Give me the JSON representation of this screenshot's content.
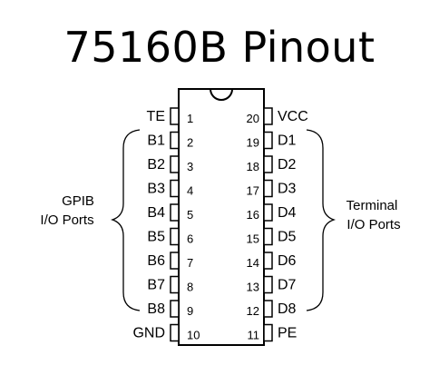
{
  "title": "75160B Pinout",
  "left_pins": [
    {
      "num": "1",
      "label": "TE"
    },
    {
      "num": "2",
      "label": "B1"
    },
    {
      "num": "3",
      "label": "B2"
    },
    {
      "num": "4",
      "label": "B3"
    },
    {
      "num": "5",
      "label": "B4"
    },
    {
      "num": "6",
      "label": "B5"
    },
    {
      "num": "7",
      "label": "B6"
    },
    {
      "num": "8",
      "label": "B7"
    },
    {
      "num": "9",
      "label": "B8"
    },
    {
      "num": "10",
      "label": "GND"
    }
  ],
  "right_pins": [
    {
      "num": "20",
      "label": "VCC"
    },
    {
      "num": "19",
      "label": "D1"
    },
    {
      "num": "18",
      "label": "D2"
    },
    {
      "num": "17",
      "label": "D3"
    },
    {
      "num": "16",
      "label": "D4"
    },
    {
      "num": "15",
      "label": "D5"
    },
    {
      "num": "14",
      "label": "D6"
    },
    {
      "num": "13",
      "label": "D7"
    },
    {
      "num": "12",
      "label": "D8"
    },
    {
      "num": "11",
      "label": "PE"
    }
  ],
  "left_group": {
    "line1": "GPIB",
    "line2": "I/O Ports"
  },
  "right_group": {
    "line1": "Terminal",
    "line2": "I/O Ports"
  }
}
